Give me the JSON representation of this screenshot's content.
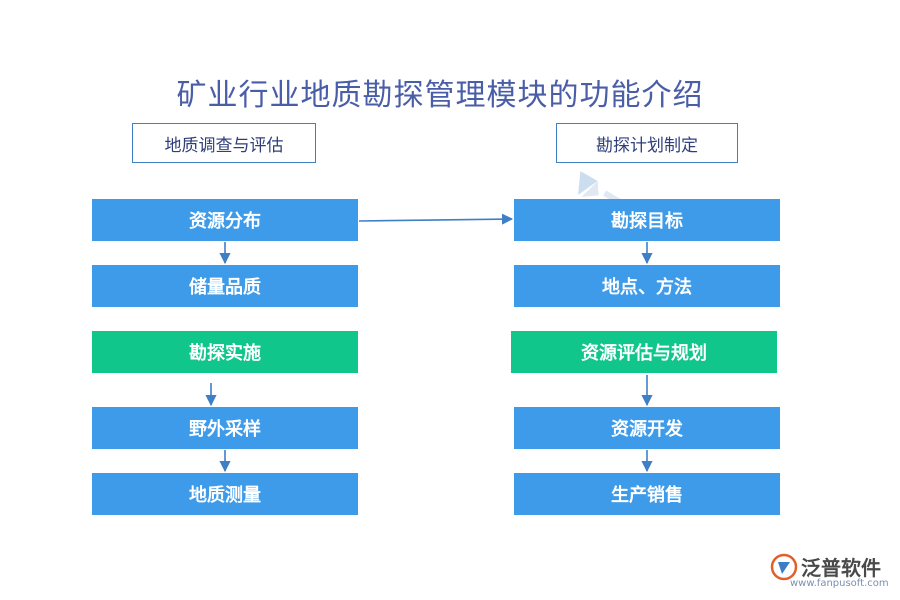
{
  "title": "矿业行业地质勘探管理模块的功能介绍",
  "headers": {
    "left": "地质调查与评估",
    "right": "勘探计划制定"
  },
  "nodes": {
    "resource_distribution": "资源分布",
    "reserve_quality": "储量品质",
    "exploration_implementation": "勘探实施",
    "field_sampling": "野外采样",
    "geological_survey": "地质测量",
    "exploration_target": "勘探目标",
    "location_method": "地点、方法",
    "resource_evaluation_planning": "资源评估与规划",
    "resource_development": "资源开发",
    "production_sales": "生产销售"
  },
  "colors": {
    "node_blue": "#3d9be9",
    "node_green": "#11c68a",
    "header_border": "#3f7fc6",
    "title": "#4a5ea8",
    "arrow": "#3f7fc6"
  },
  "logo": {
    "name": "泛普软件",
    "url": "www.fanpusoft.com"
  }
}
